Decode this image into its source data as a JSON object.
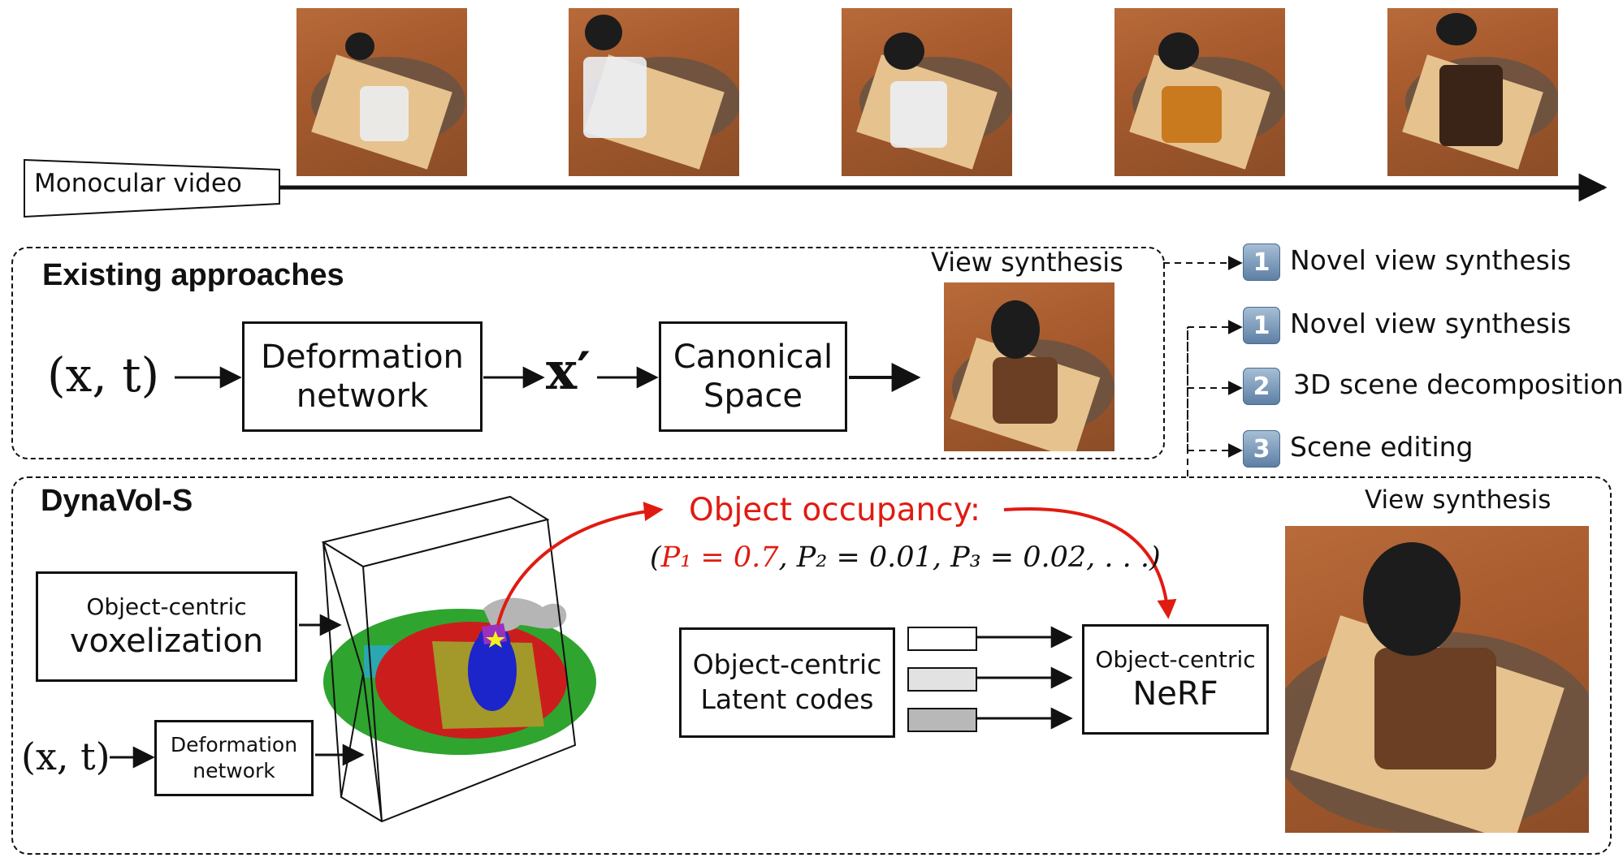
{
  "timeline": {
    "label": "Monocular video"
  },
  "existing": {
    "title": "Existing approaches",
    "input": "(x, t)",
    "deformation_box": [
      "Deformation",
      "network"
    ],
    "x_prime": "x′",
    "canonical_box": [
      "Canonical",
      "Space"
    ],
    "view_synthesis": "View synthesis"
  },
  "tasks_existing": [
    {
      "num": "1",
      "label": "Novel view synthesis"
    }
  ],
  "tasks_dynavol": [
    {
      "num": "1",
      "label": "Novel view synthesis"
    },
    {
      "num": "2",
      "label": "3D scene decomposition"
    },
    {
      "num": "3",
      "label": "Scene editing"
    }
  ],
  "dynavol": {
    "title": "DynaVol-S",
    "voxelization_box": [
      "Object-centric",
      "voxelization"
    ],
    "input": "(x, t)",
    "deformation_box": [
      "Deformation",
      "network"
    ],
    "occupancy_title": "Object occupancy:",
    "occupancy_formula": {
      "p1": "P₁ = 0.7",
      "rest": ", P₂ = 0.01, P₃ = 0.02, . . .",
      "open": "(",
      "close": ")"
    },
    "latent_box": [
      "Object-centric",
      "Latent codes"
    ],
    "nerf_box": [
      "Object-centric",
      "NeRF"
    ],
    "view_synthesis": "View synthesis"
  },
  "colors": {
    "accent_red": "#e01b12",
    "badge": "#6d8cb0",
    "latent_fills": [
      "#ffffff",
      "#e2e2e2",
      "#b8b8b8"
    ]
  }
}
